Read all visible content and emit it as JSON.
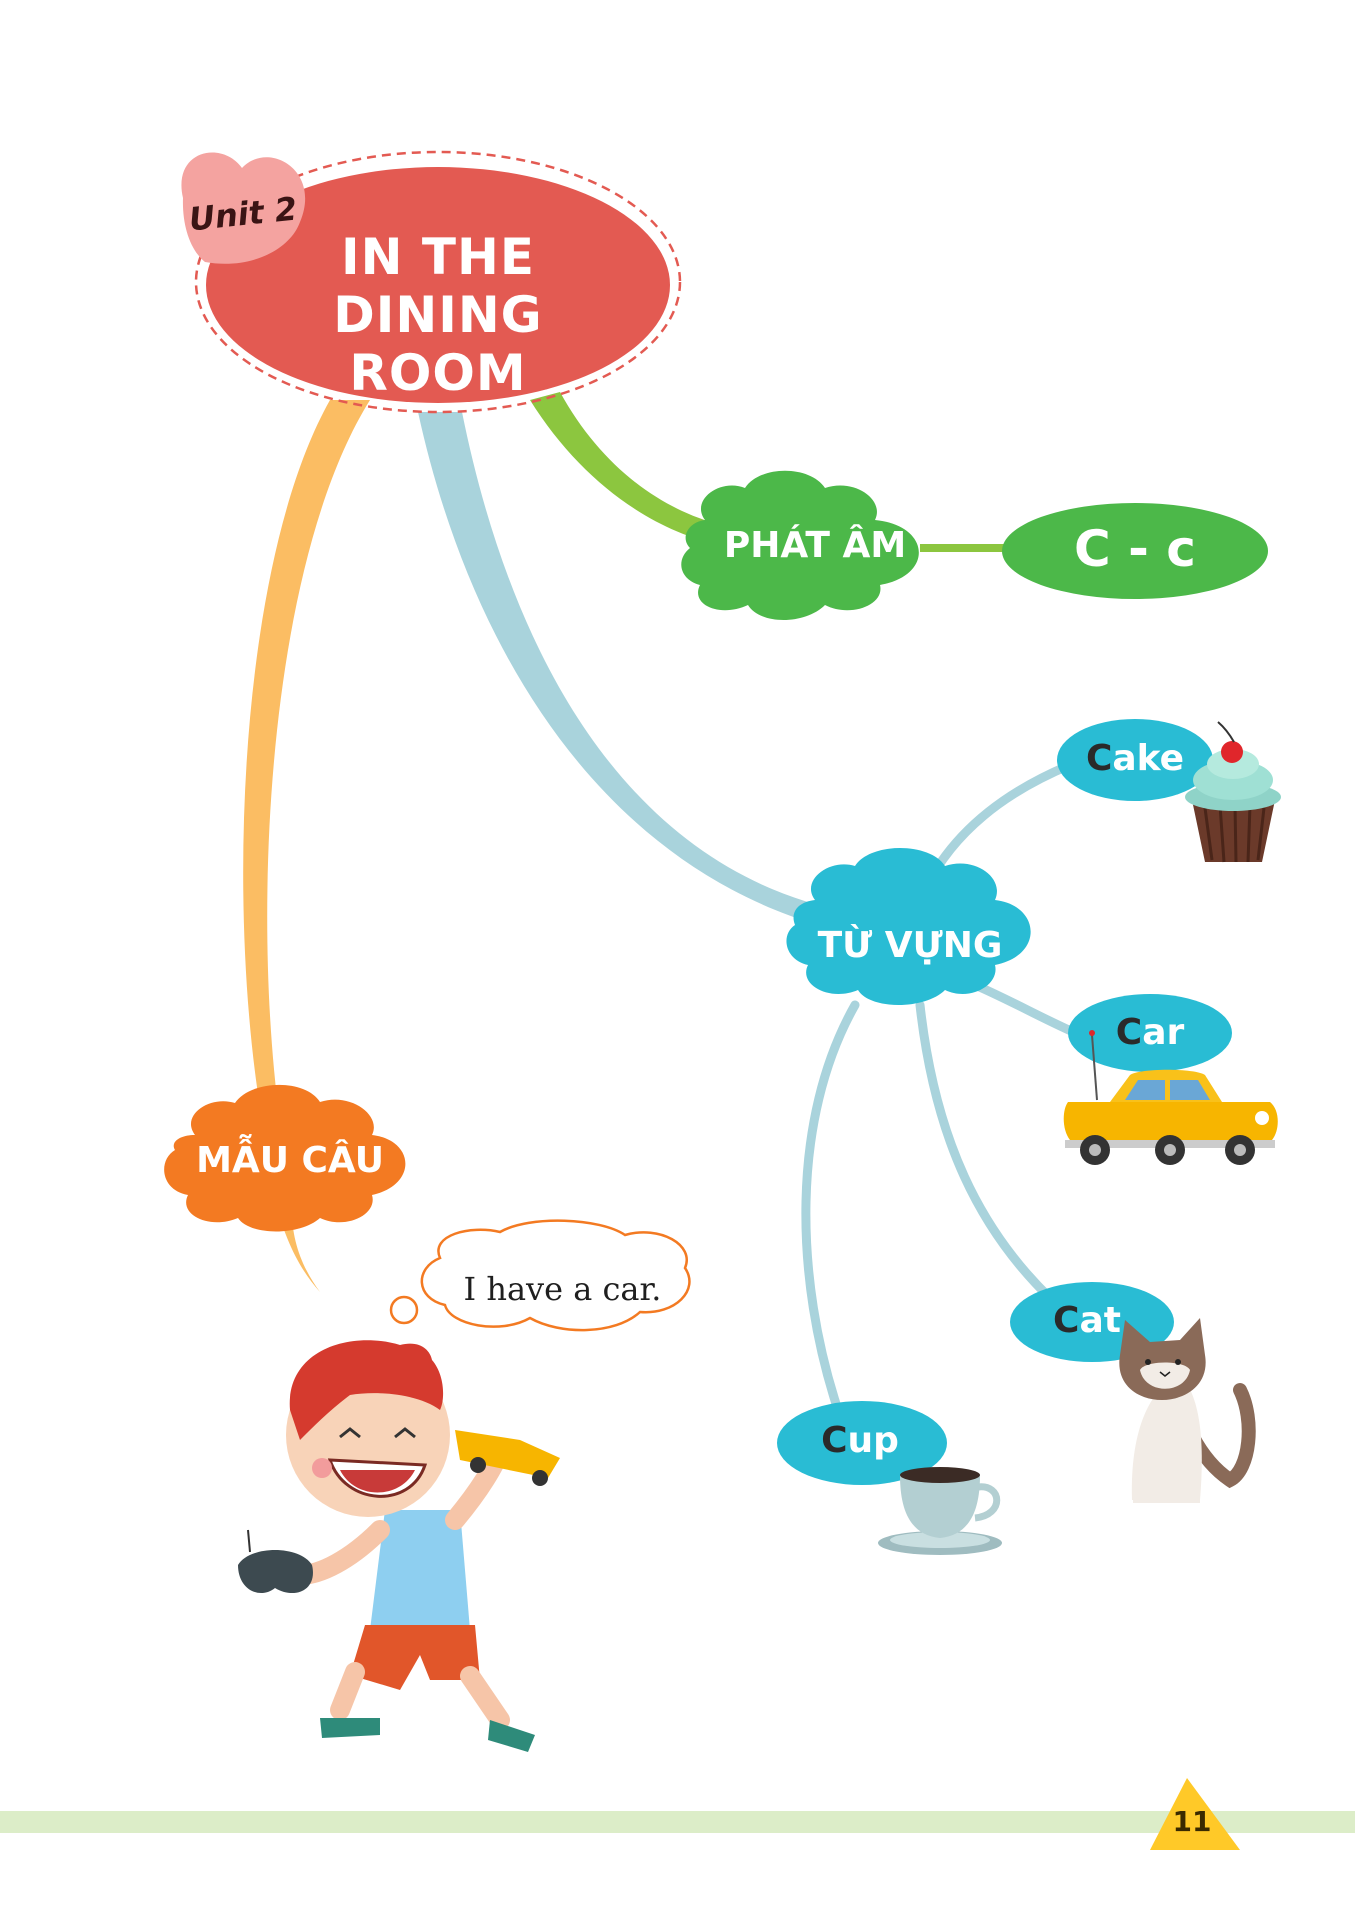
{
  "unit_badge": "Unit 2",
  "title_lines": [
    "IN THE",
    "DINING ROOM"
  ],
  "branches": {
    "phonics": {
      "label": "PHÁT ÂM",
      "letter": "C - c"
    },
    "vocabulary": {
      "label": "TỪ VỰNG",
      "words": [
        {
          "first": "C",
          "rest": "ake",
          "picture": "cupcake-illustration"
        },
        {
          "first": "C",
          "rest": "ar",
          "picture": "yellow-car-illustration"
        },
        {
          "first": "C",
          "rest": "at",
          "picture": "cat-illustration"
        },
        {
          "first": "C",
          "rest": "up",
          "picture": "coffee-cup-illustration"
        }
      ]
    },
    "sentence": {
      "label": "MẪU CÂU",
      "example": "I have a car."
    }
  },
  "page_number": "11",
  "colors": {
    "title_oval": "#e35a52",
    "unit_heart": "#f4a3a0",
    "phonics_green": "#4cb849",
    "vocab_blue": "#29bcd4",
    "vocab_branch": "#a9d3dc",
    "sentence_orange": "#f37a22",
    "sentence_branch": "#fbbd63",
    "footer_bar": "#dcedc8",
    "page_triangle": "#ffc928"
  }
}
